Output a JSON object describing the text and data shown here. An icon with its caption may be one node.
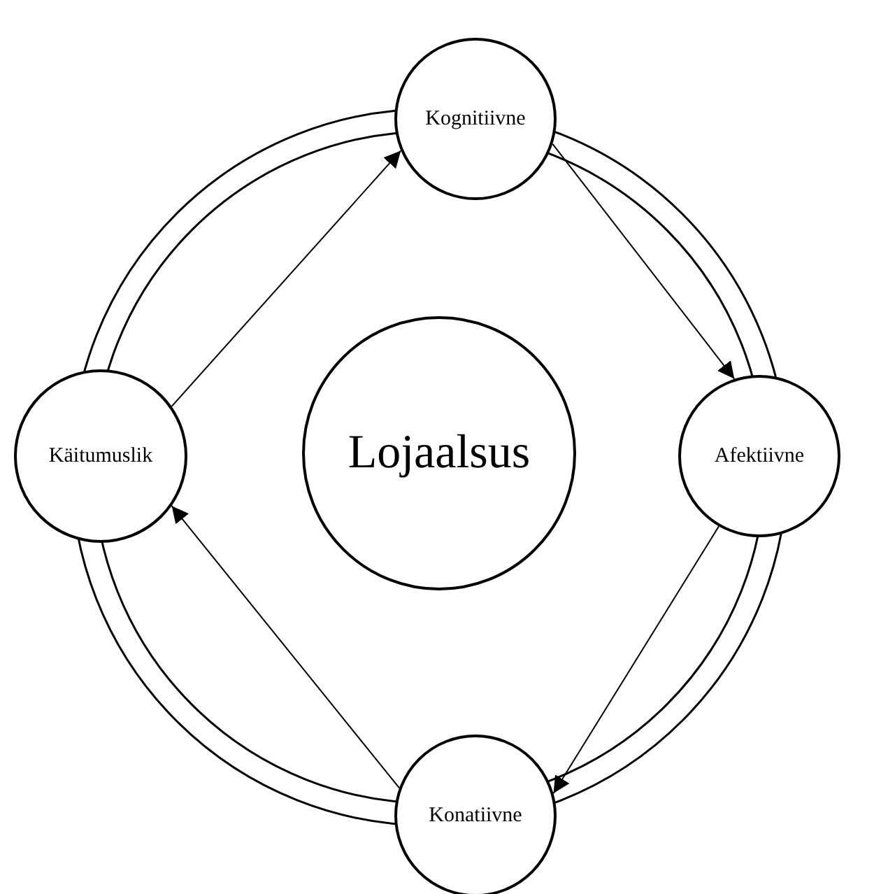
{
  "diagram": {
    "nodes": [
      {
        "text": [
          "Kognitiivne"
        ]
      },
      {
        "text": [
          "Afektiivne"
        ]
      },
      {
        "text": [
          "Konatiivne"
        ]
      },
      {
        "text": [
          "Käitumuslik"
        ]
      },
      {
        "text": [
          "Lojaalsus"
        ]
      }
    ],
    "edges": [
      {
        "from": 0,
        "to": 1,
        "arrow": "to"
      },
      {
        "from": 1,
        "to": 2,
        "arrow": "to"
      },
      {
        "from": 2,
        "to": 3,
        "arrow": "to"
      },
      {
        "from": 3,
        "to": 0,
        "arrow": "to"
      }
    ]
  }
}
